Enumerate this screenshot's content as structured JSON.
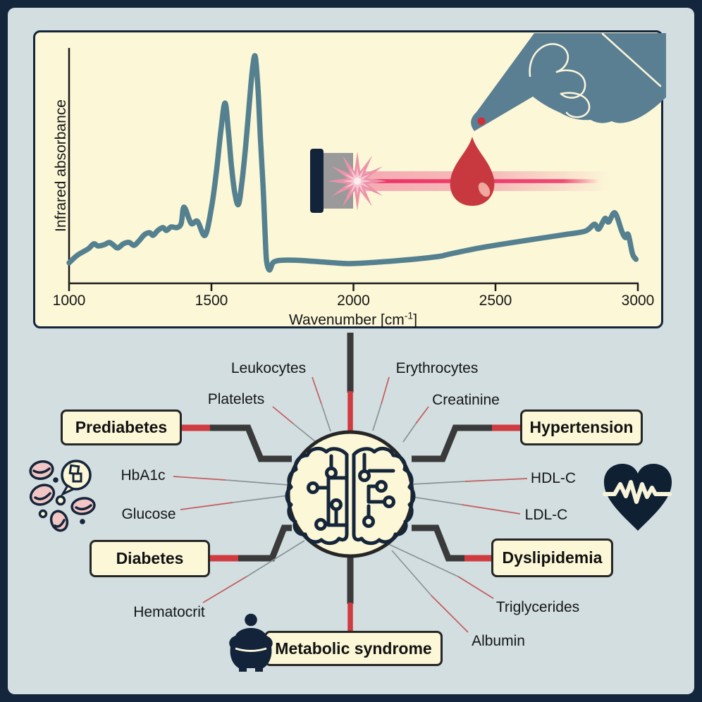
{
  "colors": {
    "frame_navy": "#14263b",
    "background": "#d2dee0",
    "panel_cream": "#fbf7d7",
    "spectrum_teal": "#54808f",
    "accent_red": "#cf3b40",
    "connector_dark": "#3a3a3a",
    "thin_line_gray": "#8a9396",
    "thin_line_red": "#c65b5e",
    "hand_slate": "#5a7e92",
    "icon_navy": "#13233a",
    "cell_pink": "#f2c6c4",
    "beam_pink": "#ee2f63"
  },
  "spectrum_panel": {
    "ylabel": "Infrared absorbance",
    "xlabel_main": "Wavenumber [cm",
    "xlabel_sup": "-1",
    "xlabel_close": "]",
    "x_ticks": [
      "1000",
      "1500",
      "2000",
      "2500",
      "3000"
    ]
  },
  "chart_data": {
    "type": "line",
    "title": "",
    "xlabel": "Wavenumber [cm-1]",
    "ylabel": "Infrared absorbance",
    "x_range": [
      1000,
      3000
    ],
    "ylim": [
      0,
      1.1
    ],
    "grid": false,
    "legend": "none",
    "series": [
      {
        "name": "blood-infrared-spectrum",
        "points": [
          [
            1000,
            0.07
          ],
          [
            1030,
            0.105
          ],
          [
            1067,
            0.133
          ],
          [
            1087,
            0.156
          ],
          [
            1102,
            0.146
          ],
          [
            1124,
            0.152
          ],
          [
            1141,
            0.162
          ],
          [
            1154,
            0.152
          ],
          [
            1171,
            0.137
          ],
          [
            1191,
            0.156
          ],
          [
            1211,
            0.162
          ],
          [
            1228,
            0.149
          ],
          [
            1245,
            0.168
          ],
          [
            1265,
            0.197
          ],
          [
            1283,
            0.206
          ],
          [
            1295,
            0.194
          ],
          [
            1312,
            0.216
          ],
          [
            1330,
            0.229
          ],
          [
            1342,
            0.216
          ],
          [
            1359,
            0.232
          ],
          [
            1379,
            0.229
          ],
          [
            1394,
            0.248
          ],
          [
            1404,
            0.321
          ],
          [
            1429,
            0.248
          ],
          [
            1451,
            0.257
          ],
          [
            1478,
            0.194
          ],
          [
            1501,
            0.324
          ],
          [
            1518,
            0.483
          ],
          [
            1533,
            0.66
          ],
          [
            1548,
            0.79
          ],
          [
            1560,
            0.66
          ],
          [
            1570,
            0.514
          ],
          [
            1582,
            0.387
          ],
          [
            1595,
            0.333
          ],
          [
            1607,
            0.429
          ],
          [
            1620,
            0.587
          ],
          [
            1632,
            0.768
          ],
          [
            1644,
            0.937
          ],
          [
            1654,
            1.0
          ],
          [
            1664,
            0.851
          ],
          [
            1672,
            0.641
          ],
          [
            1682,
            0.406
          ],
          [
            1689,
            0.197
          ],
          [
            1694,
            0.079
          ],
          [
            1704,
            0.038
          ],
          [
            1716,
            0.07
          ],
          [
            1731,
            0.079
          ],
          [
            1748,
            0.082
          ],
          [
            1798,
            0.082
          ],
          [
            1872,
            0.076
          ],
          [
            1934,
            0.07
          ],
          [
            1996,
            0.067
          ],
          [
            2145,
            0.079
          ],
          [
            2294,
            0.098
          ],
          [
            2331,
            0.108
          ],
          [
            2442,
            0.137
          ],
          [
            2591,
            0.168
          ],
          [
            2740,
            0.197
          ],
          [
            2814,
            0.213
          ],
          [
            2846,
            0.244
          ],
          [
            2861,
            0.222
          ],
          [
            2883,
            0.27
          ],
          [
            2896,
            0.254
          ],
          [
            2918,
            0.295
          ],
          [
            2943,
            0.21
          ],
          [
            2955,
            0.184
          ],
          [
            2965,
            0.197
          ],
          [
            2980,
            0.111
          ],
          [
            2992,
            0.086
          ]
        ]
      }
    ]
  },
  "diagram": {
    "diseases": [
      "Prediabetes",
      "Hypertension",
      "Diabetes",
      "Dyslipidemia",
      "Metabolic syndrome"
    ],
    "parameters": [
      "Leukocytes",
      "Erythrocytes",
      "Platelets",
      "Creatinine",
      "HbA1c",
      "HDL-C",
      "Glucose",
      "LDL-C",
      "Hematocrit",
      "Triglycerides",
      "Albumin"
    ]
  },
  "icons": [
    "pointing-hand-icon",
    "blood-drop-icon",
    "laser-source-icon",
    "laser-beam",
    "starburst-icon",
    "ai-brain-circuit-icon",
    "blood-cells-sugar-icon",
    "heart-ecg-icon",
    "obese-person-icon"
  ]
}
